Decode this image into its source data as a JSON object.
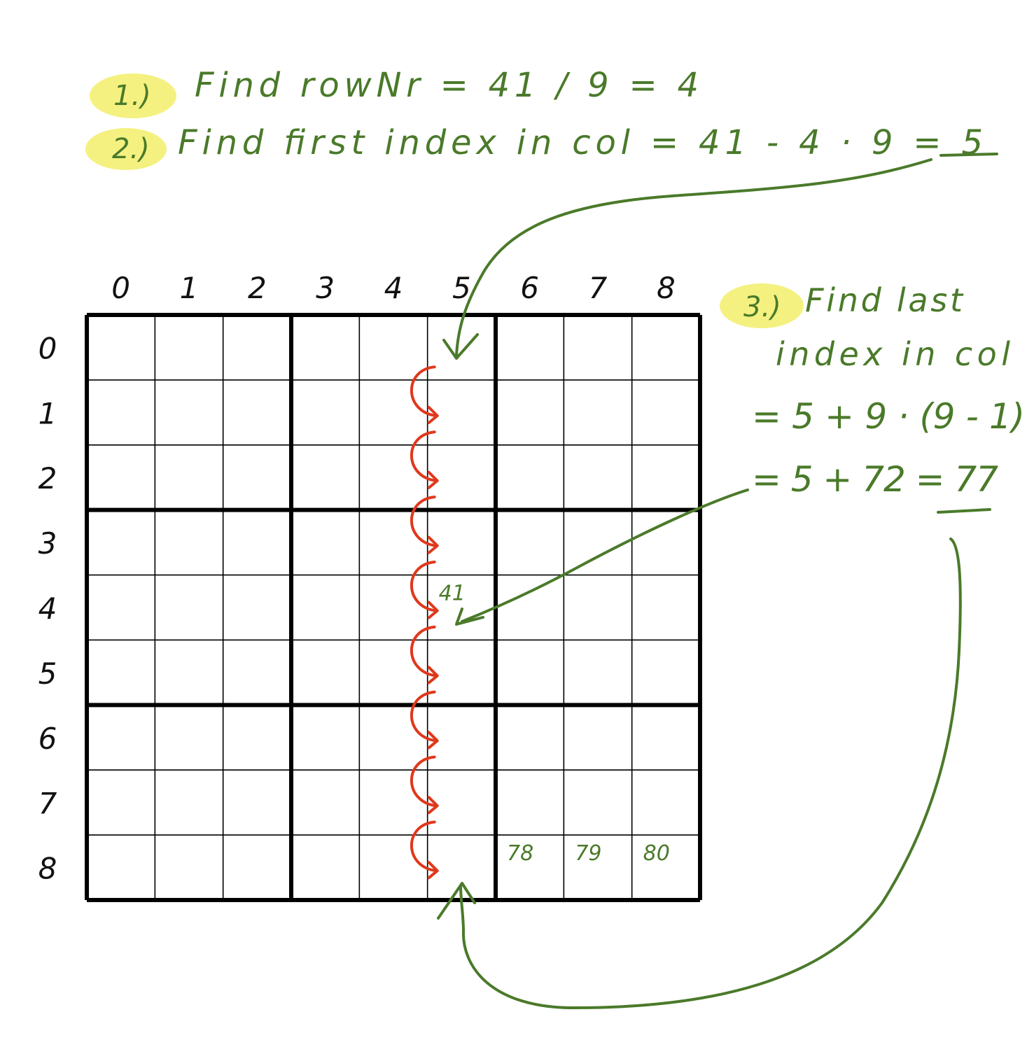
{
  "steps": [
    {
      "badge": "1.)",
      "text": "Find rowNr = 41 / 9 = 4"
    },
    {
      "badge": "2.)",
      "text": "Find first index in col = 41 - 4 · 9 = 5"
    },
    {
      "badge": "3.)",
      "lines": [
        "Find last",
        "index in col",
        "= 5 + 9 · (9 - 1)",
        "= 5 + 72 = 77"
      ]
    }
  ],
  "grid": {
    "size": 9,
    "col_labels": [
      "0",
      "1",
      "2",
      "3",
      "4",
      "5",
      "6",
      "7",
      "8"
    ],
    "row_labels": [
      "0",
      "1",
      "2",
      "3",
      "4",
      "5",
      "6",
      "7",
      "8"
    ],
    "highlight_column": 5,
    "cell_notes": [
      {
        "row": 4,
        "col": 5,
        "text": "41"
      },
      {
        "row": 8,
        "col": 6,
        "text": "78"
      },
      {
        "row": 8,
        "col": 7,
        "text": "79"
      },
      {
        "row": 8,
        "col": 8,
        "text": "80"
      }
    ]
  },
  "colors": {
    "ink_green": "#4a7a2a",
    "ink_red": "#e0381c",
    "highlight_yellow": "#f2ef6a",
    "grid_black": "#000000"
  }
}
